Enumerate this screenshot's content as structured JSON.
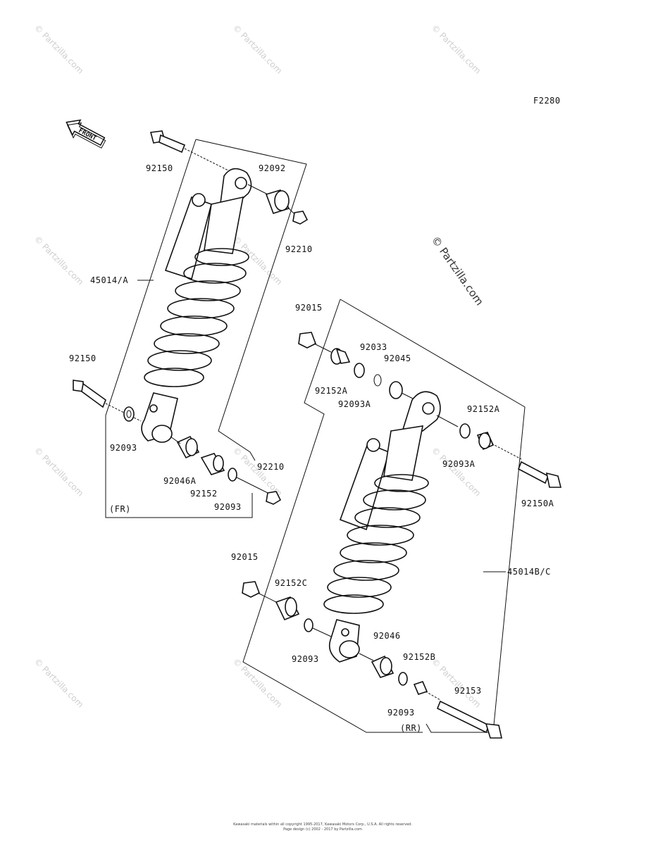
{
  "figure_code": "F2280",
  "front_label": "FRONT",
  "watermark": "© Partzilla.com",
  "footer": {
    "line1": "Kawasaki materials within all copyright 1995-2017, Kawasaki Motors Corp., U.S.A. All rights reserved.",
    "line2": "Page design (c) 2002 - 2017 by Partzilla.com"
  },
  "callouts": {
    "c92150_top": "92150",
    "c92092": "92092",
    "c92210_top": "92210",
    "c45014A": "45014/A",
    "c92150_mid": "92150",
    "c92093_left": "92093",
    "c92046A": "92046A",
    "c92152": "92152",
    "c92093_fr": "92093",
    "c92210_bot": "92210",
    "fr": "(FR)",
    "c92015_top": "92015",
    "c92033": "92033",
    "c92045": "92045",
    "c92152A_left": "92152A",
    "c92093A_left": "92093A",
    "c92152A_right": "92152A",
    "c92093A_right": "92093A",
    "c92150A": "92150A",
    "c45014BC": "45014B/C",
    "c92015_bot": "92015",
    "c92152C": "92152C",
    "c92093_rr1": "92093",
    "c92046": "92046",
    "c92152B": "92152B",
    "c92153": "92153",
    "c92093_rr2": "92093",
    "rr": "(RR)"
  }
}
